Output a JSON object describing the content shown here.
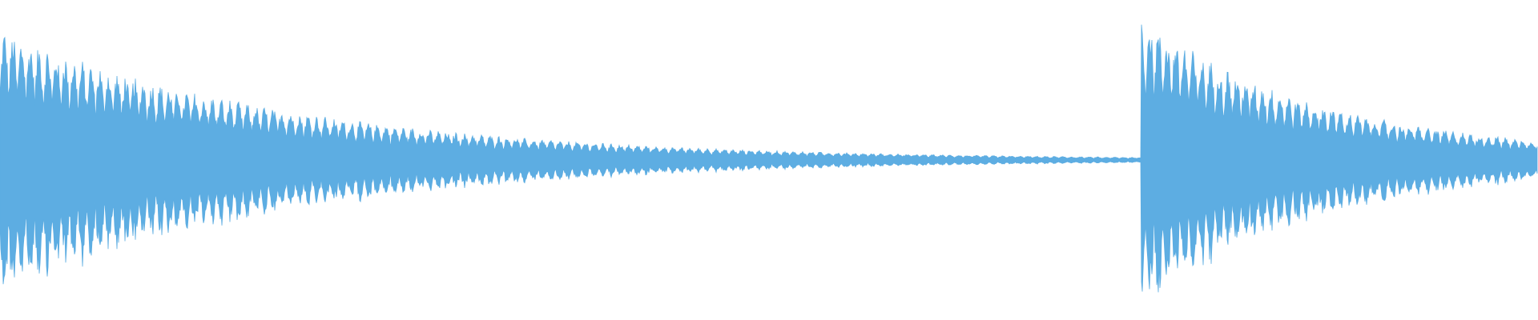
{
  "waveform": {
    "color": "#5DADE2",
    "background": "#FFFFFF",
    "events": [
      {
        "onset": 0.0,
        "peak": 0.96,
        "decay": 0.19,
        "sustain": 0.0
      },
      {
        "onset": 0.742,
        "peak": 0.98,
        "decay": 0.11,
        "sustain": 0.08
      }
    ],
    "silence_level": 0.004
  }
}
